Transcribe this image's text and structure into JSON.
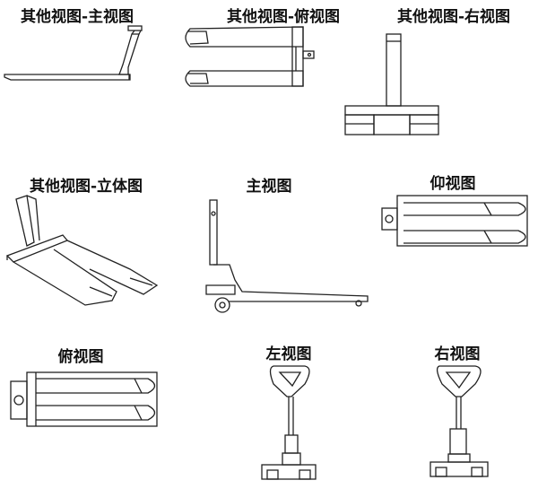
{
  "views": {
    "other_front": "其他视图-主视图",
    "other_top": "其他视图-俯视图",
    "other_right": "其他视图-右视图",
    "other_iso": "其他视图-立体图",
    "front": "主视图",
    "bottom": "仰视图",
    "top": "俯视图",
    "left": "左视图",
    "right": "右视图"
  }
}
